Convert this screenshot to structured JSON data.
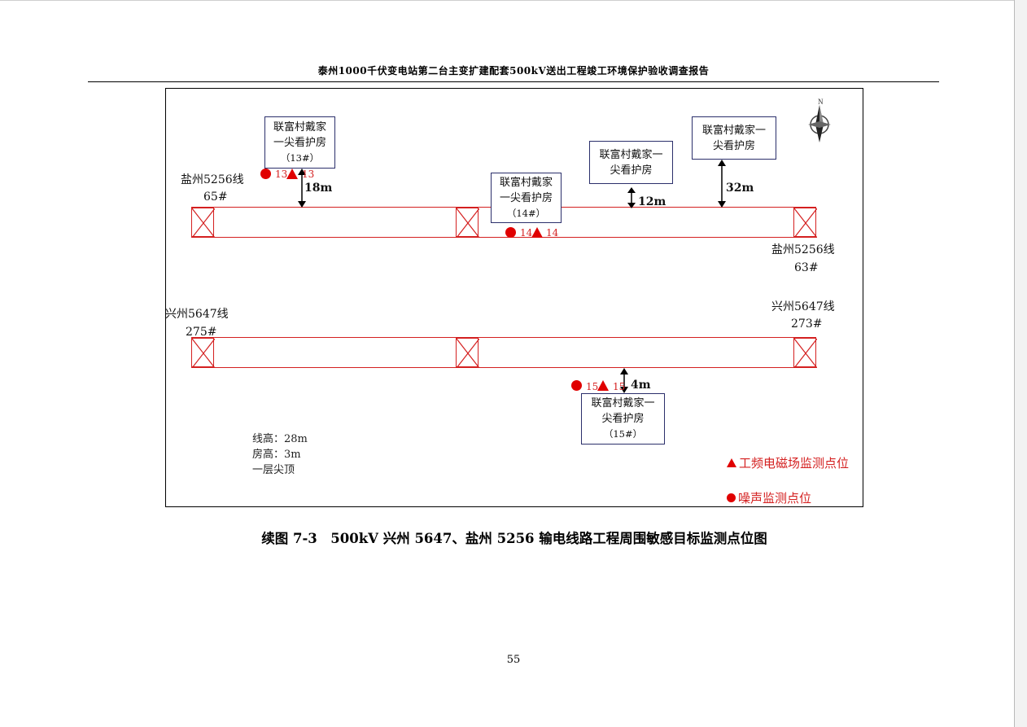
{
  "header": {
    "title": "泰州1000千伏变电站第二台主变扩建配套500kV送出工程竣工环境保护验收调查报告"
  },
  "figure": {
    "line_labels": {
      "yanzhou_65_name": "盐州5256线",
      "yanzhou_65_tower": "65#",
      "yanzhou_63_name": "盐州5256线",
      "yanzhou_63_tower": "63#",
      "xingzhou_275_name": "兴州5647线",
      "xingzhou_275_tower": "275#",
      "xingzhou_273_name": "兴州5647线",
      "xingzhou_273_tower": "273#"
    },
    "houses": {
      "h13": {
        "line1": "联富村戴家",
        "line2": "一尖看护房",
        "line3": "（13#）"
      },
      "h14": {
        "line1": "联富村戴家",
        "line2": "一尖看护房",
        "line3": "（14#）"
      },
      "h12m": {
        "line1": "联富村戴家一",
        "line2": "尖看护房"
      },
      "h32m": {
        "line1": "联富村戴家一",
        "line2": "尖看护房"
      },
      "h15": {
        "line1": "联富村戴家一",
        "line2": "尖看护房",
        "line3": "（15#）"
      }
    },
    "distances": {
      "d13": "18m",
      "d12": "12m",
      "d32": "32m",
      "d15": "4m"
    },
    "points": {
      "noise_13": "13",
      "em_13": "13",
      "noise_14": "14",
      "em_14": "14",
      "noise_15": "15",
      "em_15": "15"
    },
    "notes": {
      "line_height": "线高：28m",
      "house_height": "房高：3m",
      "roof": "一层尖顶"
    },
    "legend": {
      "em_label": "工频电磁场监测点位",
      "noise_label": "噪声监测点位"
    },
    "compass_letter": "N",
    "colors": {
      "line": "#d42020",
      "marker": "#e00000",
      "house_border": "#2b2f6b"
    }
  },
  "caption": "续图 7-3　500kV 兴州 5647、盐州 5256 输电线路工程周围敏感目标监测点位图",
  "page_number": "55"
}
